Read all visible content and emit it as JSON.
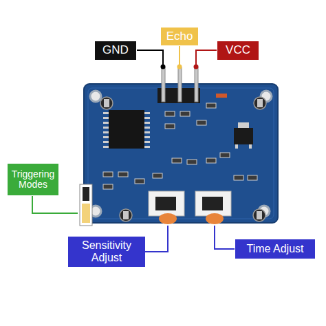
{
  "diagram": {
    "nodes": [
      {
        "text": [
          "GND"
        ]
      },
      {
        "text": [
          "Echo"
        ]
      },
      {
        "text": [
          "VCC"
        ]
      },
      {
        "text": [
          "Triggering Modes"
        ]
      },
      {
        "text": [
          "Sensitivity Adjust"
        ]
      },
      {
        "text": [
          "Time Adjust"
        ]
      }
    ]
  }
}
